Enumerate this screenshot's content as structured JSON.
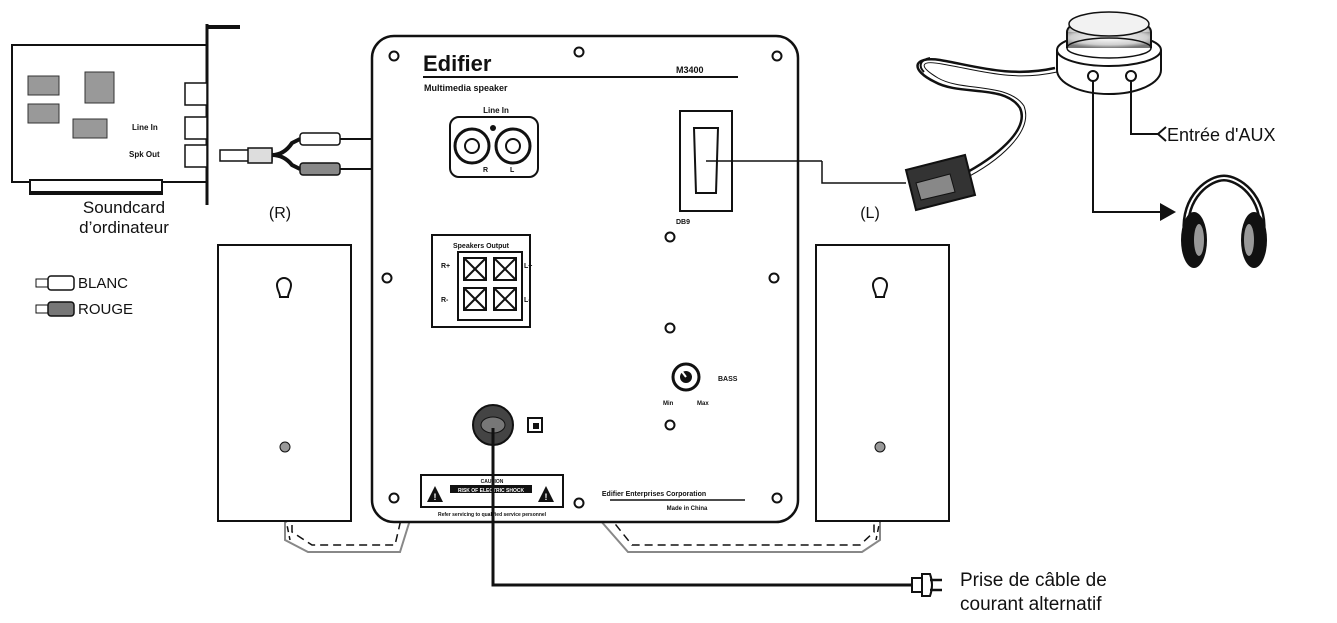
{
  "soundcard": {
    "label_line1": "Soundcard",
    "label_line2": "d’ordinateur",
    "line_in": "Line In",
    "spk_out": "Spk Out"
  },
  "legend": {
    "white": "BLANC",
    "red": "ROUGE"
  },
  "channels": {
    "right": "(R)",
    "left": "(L)"
  },
  "panel": {
    "brand": "Edifier",
    "model": "M3400",
    "subtitle": "Multimedia speaker",
    "line_in": "Line In",
    "line_in_r": "R",
    "line_in_l": "L",
    "speakers_output": "Speakers Output",
    "r_plus": "R+",
    "r_minus": "R-",
    "l_plus": "L+",
    "l_minus": "L-",
    "port_label": "DB9",
    "bass": "BASS",
    "bass_min": "Min",
    "bass_max": "Max",
    "warning_title": "CAUTION",
    "warning_text": "RISK OF ELECTRIC SHOCK",
    "warning_bottom": "Refer servicing to qualified service personnel",
    "maker_line1": "Edifier Enterprises Corporation",
    "maker_line2": "Made in China"
  },
  "remote": {
    "aux_in": "Entrée d'AUX"
  },
  "power": {
    "label_line1": "Prise de câble de",
    "label_line2": "courant alternatif"
  },
  "colors": {
    "ink": "#111111",
    "cable_gray": "#888888",
    "panel_fill": "#ffffff"
  }
}
